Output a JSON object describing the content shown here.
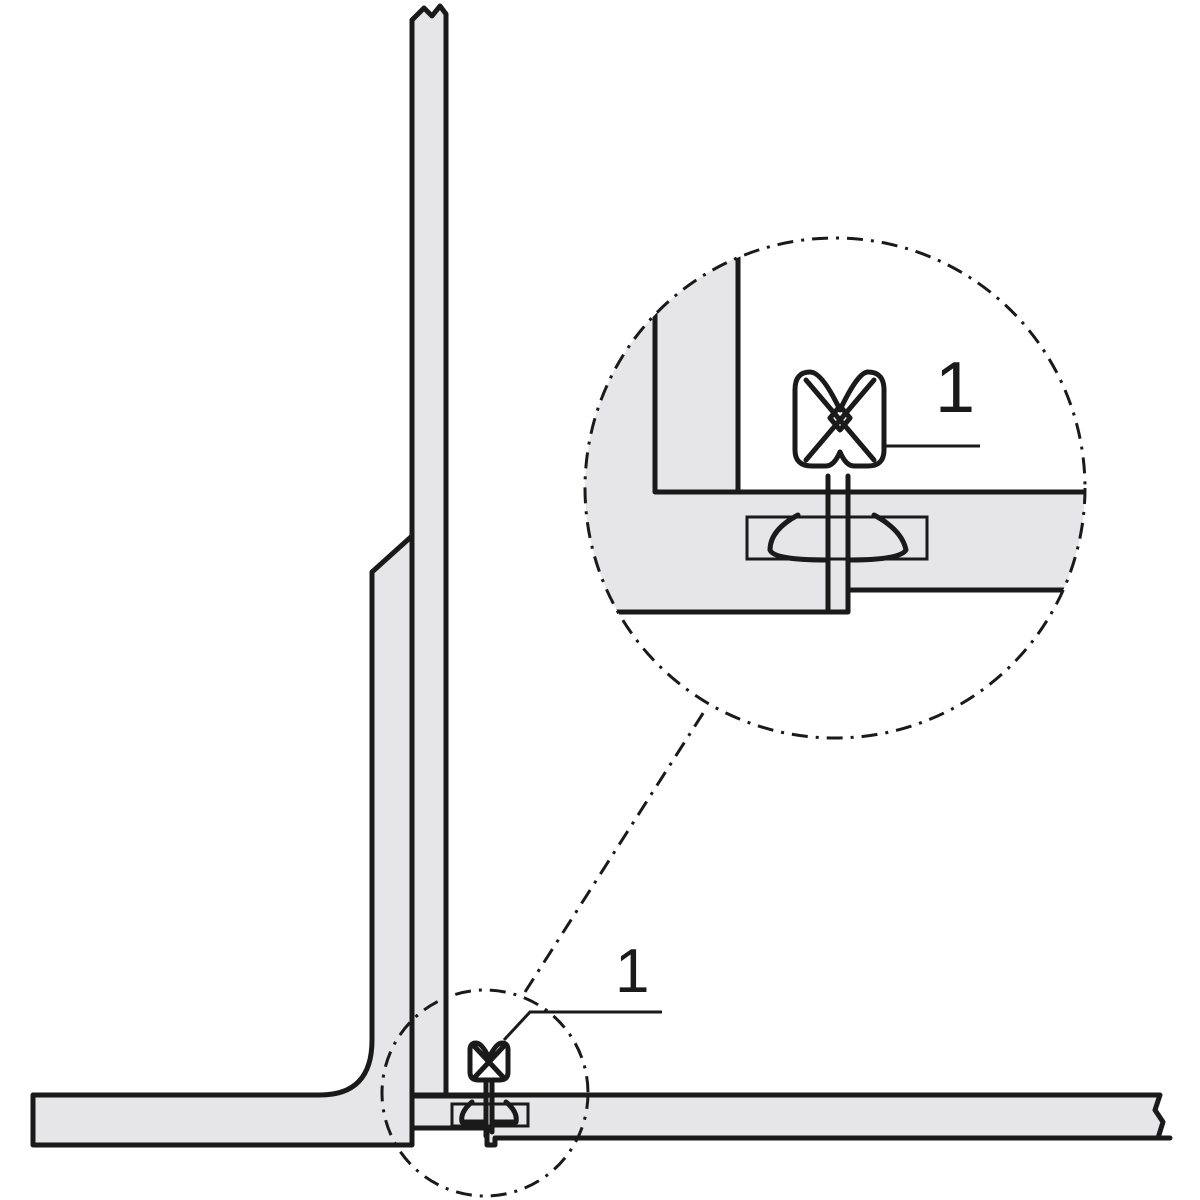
{
  "diagram": {
    "title": "",
    "callouts": [
      {
        "id": "overview-callout",
        "label": "1",
        "refers_to": "clip fastener"
      },
      {
        "id": "detail-callout",
        "label": "1",
        "refers_to": "clip fastener (magnified)"
      }
    ],
    "views": {
      "overview": "T-joint of vertical panel and horizontal base with clip fastener",
      "detail": "Magnified circular detail view of clip fastener in slot"
    },
    "colors": {
      "fill": "#e6e6e8",
      "stroke": "#1a1a1a",
      "background": "#ffffff"
    }
  }
}
